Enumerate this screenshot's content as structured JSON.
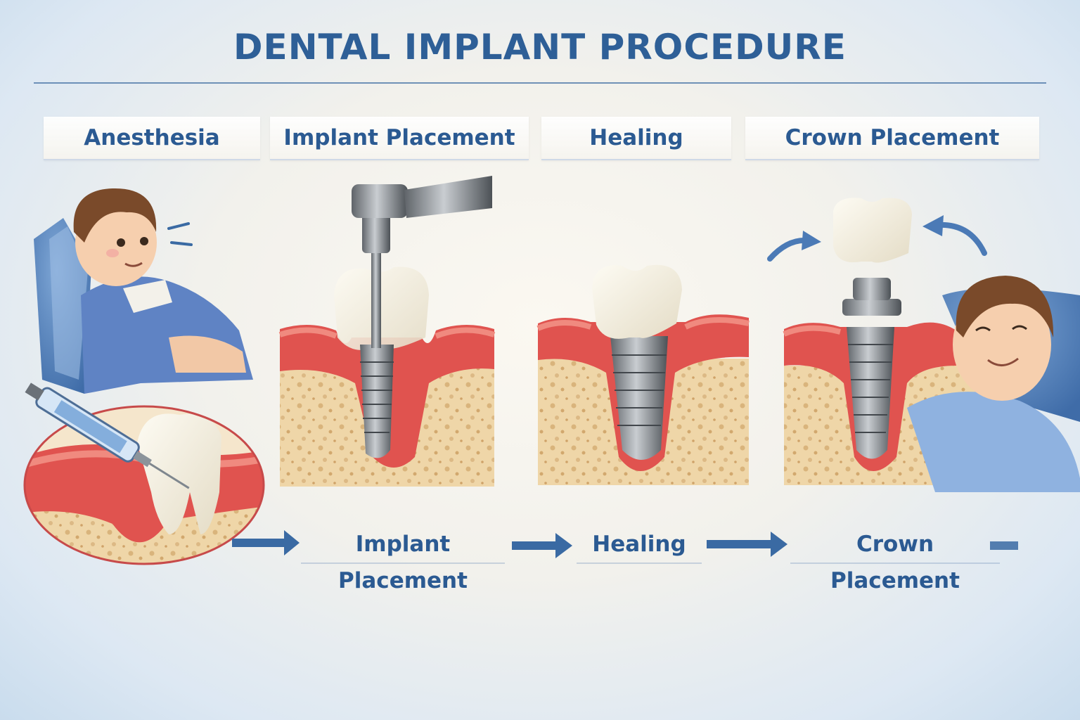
{
  "title": "DENTAL IMPLANT PROCEDURE",
  "steps": [
    {
      "label": "Anesthesia"
    },
    {
      "label": "Implant Placement"
    },
    {
      "label": "Healing"
    },
    {
      "label": "Crown Placement"
    }
  ],
  "flow": [
    {
      "label": "Implant Placement"
    },
    {
      "label": "Healing"
    },
    {
      "label": "Crown Placement"
    }
  ],
  "colors": {
    "title": "#2e5f97",
    "label": "#2b5a92",
    "gum": "#e0534f",
    "bone": "#ecd2a2",
    "arrow": "#3a6aa3"
  }
}
